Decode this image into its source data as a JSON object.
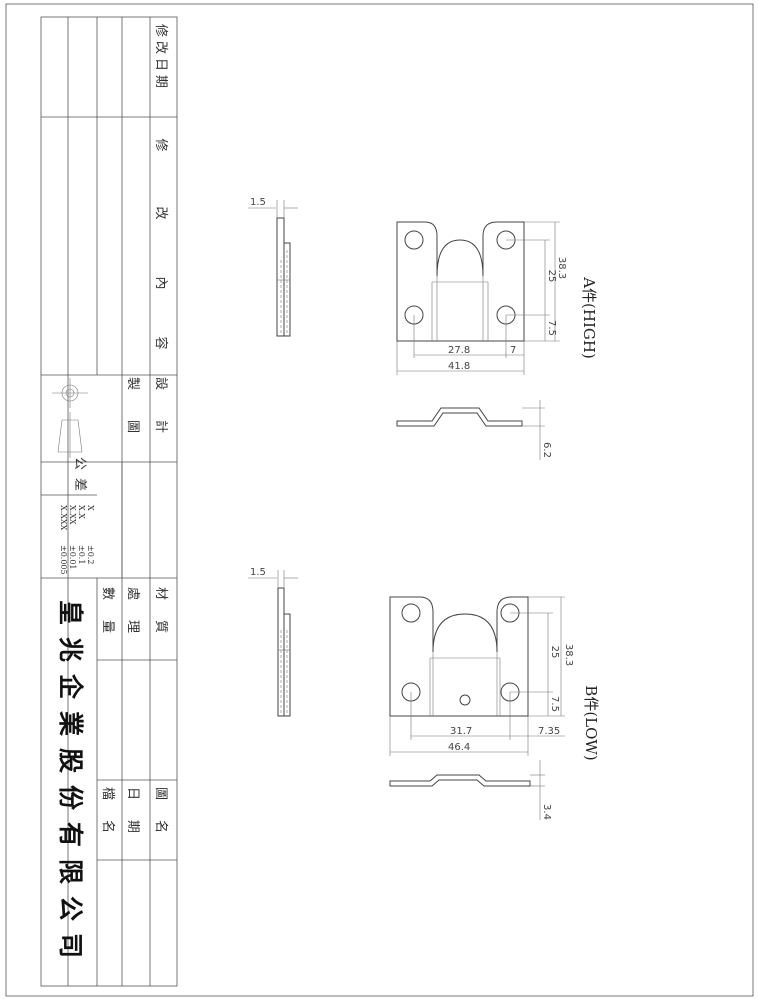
{
  "title_block": {
    "company": "皇兆企業股份有限公司",
    "revision_date_label": "修改日期",
    "revision_content_chars": [
      "修",
      "改",
      "內",
      "容"
    ],
    "design_label": "設計",
    "drafting_label": "製圖",
    "tolerance_label": "公差",
    "tolerance_rows": [
      {
        "precision": "X",
        "value": "±0.2"
      },
      {
        "precision": "X.X",
        "value": "±0.1"
      },
      {
        "precision": "X.XX",
        "value": "±0.01"
      },
      {
        "precision": "X.XXX",
        "value": "±0.005"
      }
    ],
    "material_label": "材質",
    "treatment_label": "處理",
    "quantity_label": "數量",
    "drawing_name_label": "圖名",
    "date_label": "日期",
    "file_name_label": "檔名"
  },
  "parts": [
    {
      "name": "A件(HIGH)",
      "dims": {
        "thickness": "1.5",
        "height_total": "38.3",
        "hole_spacing": "25",
        "hole_offset": "7.5",
        "inner_width": "27.8",
        "edge_offset": "7",
        "overall_width": "41.8",
        "side_height": "6.2"
      }
    },
    {
      "name": "B件(LOW)",
      "dims": {
        "thickness": "1.5",
        "height_total": "38.3",
        "hole_spacing": "25",
        "hole_offset": "7.5",
        "inner_width": "31.7",
        "edge_offset": "7.35",
        "overall_width": "46.4",
        "side_height": "3.4"
      }
    }
  ]
}
